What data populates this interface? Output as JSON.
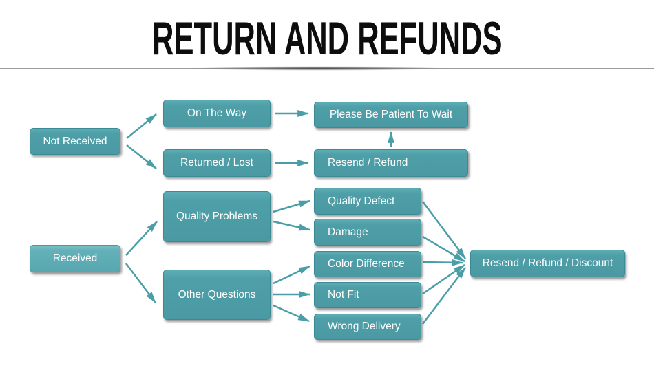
{
  "title": "RETURN AND REFUNDS",
  "colors": {
    "box_fill": "#4f9fa8",
    "box_fill_light": "#63b0b8",
    "box_border": "#3b8a94",
    "arrow": "#4a9ea8",
    "box_text": "#ffffff",
    "title_text": "#0d0d0d",
    "divider": "#9a9a9a",
    "background": "#ffffff"
  },
  "nodes": {
    "not_received": {
      "label": "Not Received"
    },
    "on_the_way": {
      "label": "On The Way"
    },
    "please_wait": {
      "label": "Please Be Patient To Wait"
    },
    "returned_lost": {
      "label": "Returned / Lost"
    },
    "resend_refund": {
      "label": "Resend / Refund"
    },
    "received": {
      "label": "Received"
    },
    "quality_problems": {
      "label": "Quality Problems"
    },
    "other_questions": {
      "label": "Other Questions"
    },
    "quality_defect": {
      "label": "Quality Defect"
    },
    "damage": {
      "label": "Damage"
    },
    "color_difference": {
      "label": "Color Difference"
    },
    "not_fit": {
      "label": "Not Fit"
    },
    "wrong_delivery": {
      "label": "Wrong Delivery"
    },
    "resend_refund_discount": {
      "label": "Resend / Refund / Discount"
    }
  },
  "edges": [
    {
      "from": "not_received",
      "to": "on_the_way"
    },
    {
      "from": "not_received",
      "to": "returned_lost"
    },
    {
      "from": "on_the_way",
      "to": "please_wait"
    },
    {
      "from": "returned_lost",
      "to": "resend_refund"
    },
    {
      "from": "resend_refund",
      "to": "please_wait"
    },
    {
      "from": "received",
      "to": "quality_problems"
    },
    {
      "from": "received",
      "to": "other_questions"
    },
    {
      "from": "quality_problems",
      "to": "quality_defect"
    },
    {
      "from": "quality_problems",
      "to": "damage"
    },
    {
      "from": "other_questions",
      "to": "color_difference"
    },
    {
      "from": "other_questions",
      "to": "not_fit"
    },
    {
      "from": "other_questions",
      "to": "wrong_delivery"
    },
    {
      "from": "quality_defect",
      "to": "resend_refund_discount"
    },
    {
      "from": "damage",
      "to": "resend_refund_discount"
    },
    {
      "from": "color_difference",
      "to": "resend_refund_discount"
    },
    {
      "from": "not_fit",
      "to": "resend_refund_discount"
    },
    {
      "from": "wrong_delivery",
      "to": "resend_refund_discount"
    }
  ]
}
